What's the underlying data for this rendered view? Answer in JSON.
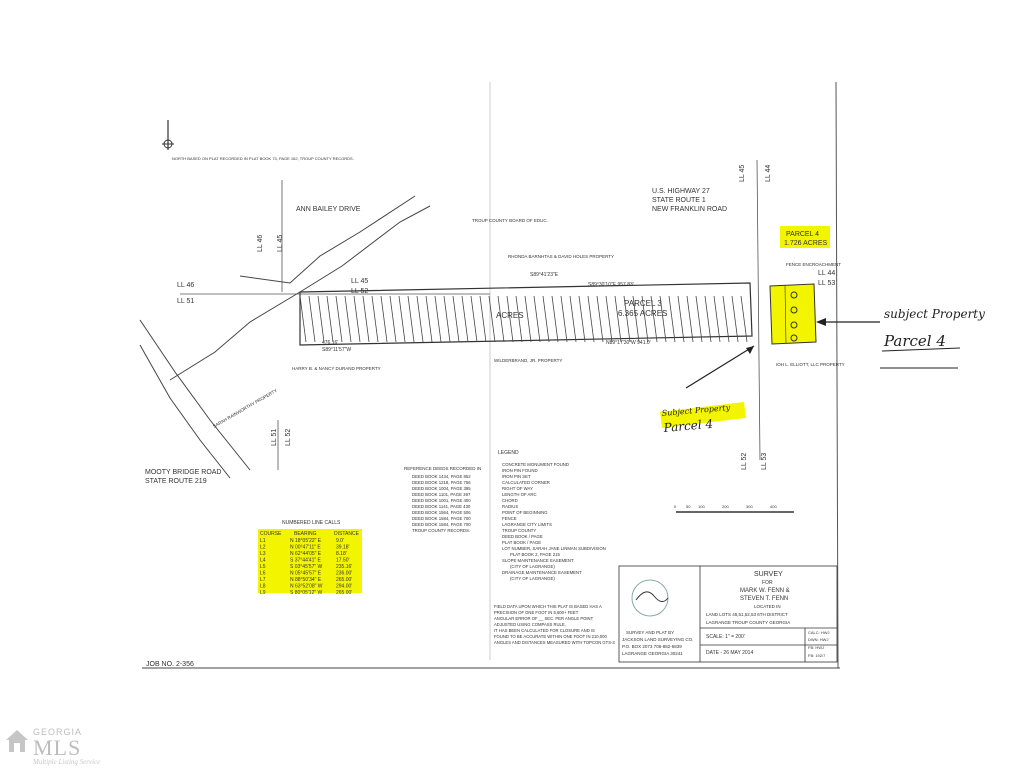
{
  "north_note": "NORTH BASED ON PLAT RECORDED IN PLAT BOOK 73, PAGE 162, TROUP COUNTY RECORDS.",
  "roads": {
    "ann_bailey": "ANN BAILEY DRIVE",
    "us27_line1": "U.S. HIGHWAY 27",
    "us27_line2": "STATE ROUTE 1",
    "us27_line3": "NEW FRANKLIN ROAD",
    "mooty_line1": "MOOTY BRIDGE ROAD",
    "mooty_line2": "STATE ROUTE 219"
  },
  "land_lots": {
    "ll46_a": "LL 46",
    "ll51_a": "LL 51",
    "ll45_a": "LL 45",
    "ll52_a": "LL 52",
    "ll45_top": "LL 45",
    "ll44_top": "LL 44",
    "ll44_r": "LL 44",
    "ll53_r": "LL 53",
    "ll52_b": "LL 52",
    "ll53_b": "LL 53",
    "ll51_b": "LL 51",
    "ll52_c": "LL 52",
    "ll46_v": "LL 46",
    "ll45_v": "LL 45"
  },
  "parcels": {
    "parcel3_name": "PARCEL 3",
    "parcel3_area": "6.365 ACRES",
    "parcel4_name": "PARCEL 4",
    "parcel4_area": "1.726 ACRES",
    "acres_mid": "ACRES"
  },
  "bearings": {
    "b1": "S89°30'10\"E 957.83'",
    "b2": "N89°17'30\"W 941.0'",
    "b3": "S89°41'23\"E",
    "b4": "476.16'",
    "b5": "S89°11'57\"W"
  },
  "owners": {
    "rhonda": "RHONDA BARNHTAS & DAVID HOLES PROPERTY",
    "harry": "HARRY B. & NANCY DURAND PROPERTY",
    "ioh": "IOH L. ELLIOTT, LLC PROPERTY",
    "troup_board": "TROUP COUNTY BOARD OF EDUC.",
    "sarah": "SARAH RAINWORTHY PROPERTY",
    "wilderbrand": "WILDERBRAND, JR. PROPERTY",
    "fence": "FENCE ENCROACHMENT"
  },
  "reference_deeds": {
    "title": "REFERENCE DEEDS RECORDED IN",
    "lines": [
      "DEED BOOK 1434, PAGE 852",
      "DEED BOOK 1218, PAGE 756",
      "DEED BOOK 1004, PAGE 395",
      "DEED BOOK 1101, PAGE 397",
      "DEED BOOK 1001, PAGE 400",
      "DEED BOOK 1141, PAGE 430",
      "DEED BOOK 1564, PAGE 506",
      "DEED BOOK 1584, PAGE 700",
      "DEED BOOK 1584, PAGE 700",
      "TROUP COUNTY RECORDS."
    ]
  },
  "legend": {
    "title": "LEGEND",
    "items": [
      "CONCRETE MONUMENT FOUND",
      "IRON PIN FOUND",
      "IRON PIN SET",
      "CALCULATED CORNER",
      "RIGHT OF WAY",
      "LENGTH OF ARC",
      "CHORD",
      "RADIUS",
      "POINT OF BEGINNING",
      "FENCE",
      "LAGRANGE CITY LIMITS",
      "TROUP COUNTY",
      "DEED BOOK / PAGE",
      "PLAT BOOK / PAGE",
      "LOT NUMBER, SARAH JANE LINMAN SUBDIVISION",
      "PLAT BOOK 2, PAGE 215",
      "SLOPE MAINTENANCE EASEMENT",
      "(CITY OF LAGRANGE)",
      "DRAINAGE MAINTENANCE EASEMENT",
      "(CITY OF LAGRANGE)"
    ]
  },
  "line_calls": {
    "title": "NUMBERED LINE CALLS",
    "headers": [
      "COURSE",
      "BEARING",
      "DISTANCE"
    ],
    "rows": [
      {
        "course": "L1",
        "bearing": "N 18°05'22\" E",
        "distance": "9.0'"
      },
      {
        "course": "L2",
        "bearing": "N 00°47'11\" E",
        "distance": "39.18'"
      },
      {
        "course": "L3",
        "bearing": "N 62°44'05\" E",
        "distance": "8.18'"
      },
      {
        "course": "L4",
        "bearing": "S 37°44'41\" E",
        "distance": "17.50'"
      },
      {
        "course": "L5",
        "bearing": "S 03°45'57\" W",
        "distance": "235.16'"
      },
      {
        "course": "L6",
        "bearing": "N 05°45'57\" E",
        "distance": "236.00'"
      },
      {
        "course": "L7",
        "bearing": "N 88°50'34\" E",
        "distance": "265.00'"
      },
      {
        "course": "L8",
        "bearing": "N 63°52'08\" W",
        "distance": "294.00'"
      },
      {
        "course": "L9",
        "bearing": "S 80°05'12\" W",
        "distance": "265.00'"
      }
    ]
  },
  "survey": {
    "title": "SURVEY",
    "for": "FOR",
    "client1": "MARK W. FENN &",
    "client2": "STEVEN T. FENN",
    "located": "LOCATED IN",
    "lots": "LAND LOTS 45,51,52,53    6TH DISTRICT",
    "city": "LAGRANGE    TROUP COUNTY    GEORGIA",
    "scale": "SCALE: 1\" = 200'",
    "date": "DATE - 26 MAY 2014",
    "surveyed_by": "SURVEY AND PLAT BY",
    "company": "JACKSON LAND SURVEYING CO.",
    "address": "P.O. BOX 2073   706-882-6839",
    "city_zip": "LAGRANGE  GEORGIA  30241",
    "fb": [
      "CALC: HWJ",
      "DWN: HWJ",
      "FB: HWJ",
      "FB: 192/7"
    ]
  },
  "closure_note": {
    "lines": [
      "FIELD DATA UPON WHICH THIS PLAT IS BASED HAS A",
      "PRECISION OF ONE FOOT IN 5,600+ FEET",
      "ANGULAR ERROR OF __ SEC. PER ANGLE POINT",
      "ADJUSTED USING COMPASS RULE.",
      "IT HAS BEEN CALCULATED FOR CLOSURE AND IS",
      "FOUND TO BE ACCURATE WITHIN ONE FOOT IN 210,000",
      "ANGLES AND DISTANCES MEASURED WITH TOPCON GTS-3"
    ]
  },
  "job_no": "JOB NO. 2-356",
  "scale_ticks": [
    "0",
    "50",
    "100",
    "200",
    "300",
    "400"
  ],
  "annotations": {
    "subject1_line1": "Subject Property",
    "subject1_line2": "Parcel 4",
    "subject2_line1": "subject Property",
    "subject2_line2": "Parcel 4"
  },
  "watermark": {
    "top": "GEORGIA",
    "main": "MLS",
    "sub": "Multiple Listing Service"
  },
  "colors": {
    "highlight": "#f3f500",
    "ink": "#2f2f2f",
    "paper": "#ffffff"
  }
}
